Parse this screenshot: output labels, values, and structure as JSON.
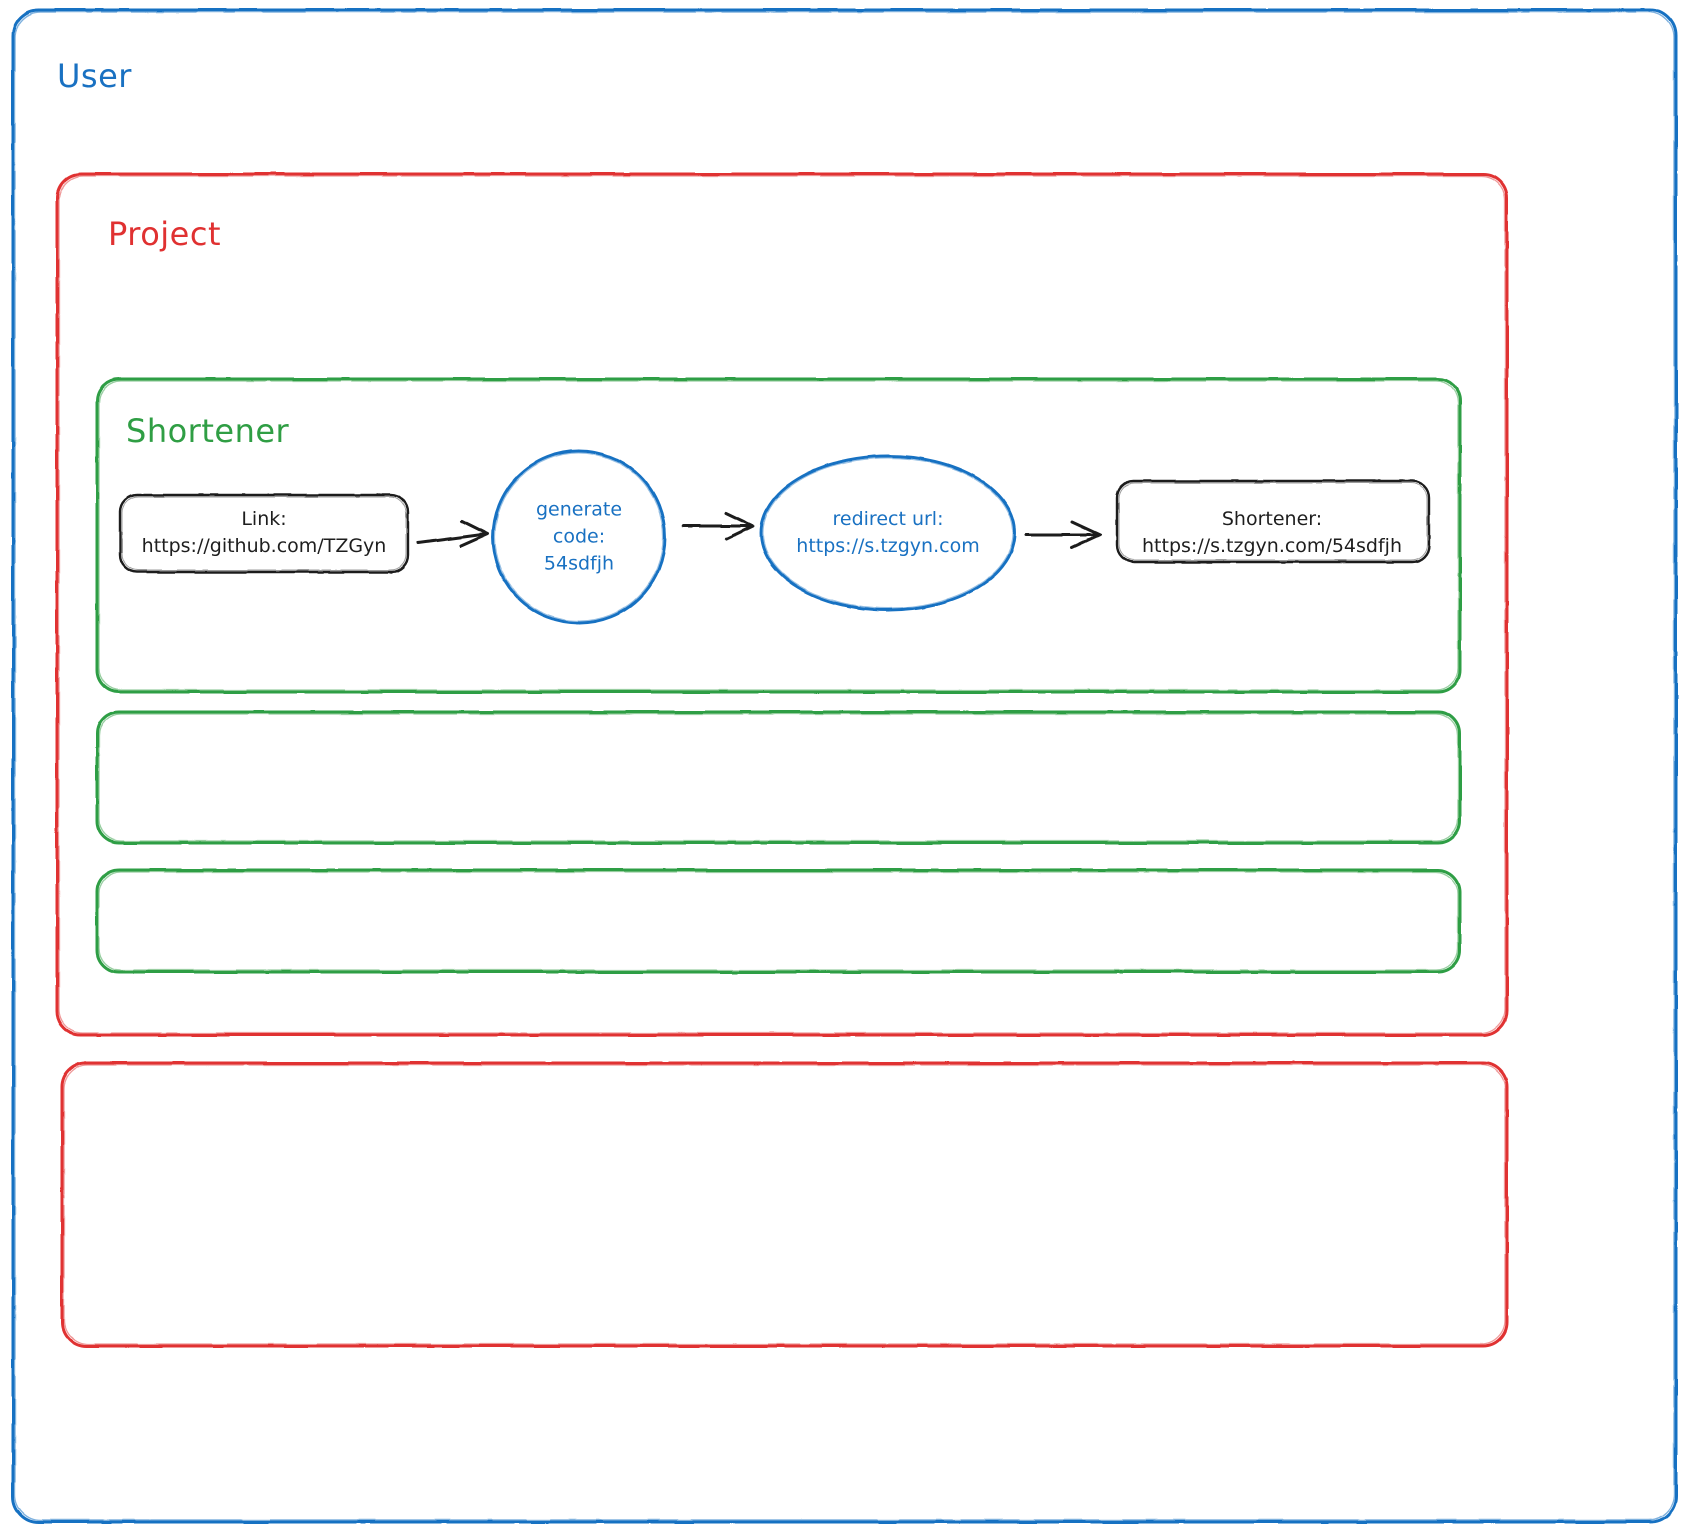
{
  "diagram": {
    "type": "architecture-flow",
    "background": "#ffffff",
    "style": "hand-drawn",
    "colors": {
      "user_border": "#1971c2",
      "project_border": "#e03131",
      "shortener_border": "#2f9e44",
      "node_black": "#1e1e1e",
      "node_blue": "#1971c2",
      "arrow": "#1e1e1e"
    },
    "containers": [
      {
        "id": "user",
        "label": "User",
        "color": "#1971c2",
        "shape": "rounded-rect"
      },
      {
        "id": "project",
        "label": "Project",
        "color": "#e03131",
        "shape": "rounded-rect"
      },
      {
        "id": "shortener",
        "label": "Shortener",
        "color": "#2f9e44",
        "shape": "rounded-rect"
      },
      {
        "id": "green-empty-1",
        "label": "",
        "color": "#2f9e44",
        "shape": "rounded-rect"
      },
      {
        "id": "green-empty-2",
        "label": "",
        "color": "#2f9e44",
        "shape": "rounded-rect"
      },
      {
        "id": "red-empty-1",
        "label": "",
        "color": "#e03131",
        "shape": "rounded-rect"
      }
    ],
    "nodes": [
      {
        "id": "link",
        "shape": "rounded-rect",
        "color": "#1e1e1e",
        "lines": [
          "Link:",
          "https://github.com/TZGyn"
        ]
      },
      {
        "id": "generate-code",
        "shape": "circle",
        "color": "#1971c2",
        "lines": [
          "generate",
          "code:",
          "54sdfjh"
        ]
      },
      {
        "id": "redirect-url",
        "shape": "ellipse",
        "color": "#1971c2",
        "lines": [
          "redirect url:",
          "https://s.tzgyn.com"
        ]
      },
      {
        "id": "shortener-result",
        "shape": "rounded-rect",
        "color": "#1e1e1e",
        "lines": [
          "Shortener:",
          "https://s.tzgyn.com/54sdfjh"
        ]
      }
    ],
    "arrows": [
      {
        "id": "arrow-link-to-generate",
        "from": "link",
        "to": "generate-code"
      },
      {
        "id": "arrow-generate-to-redirect",
        "from": "generate-code",
        "to": "redirect-url"
      },
      {
        "id": "arrow-redirect-to-shortener",
        "from": "redirect-url",
        "to": "shortener-result"
      }
    ]
  }
}
